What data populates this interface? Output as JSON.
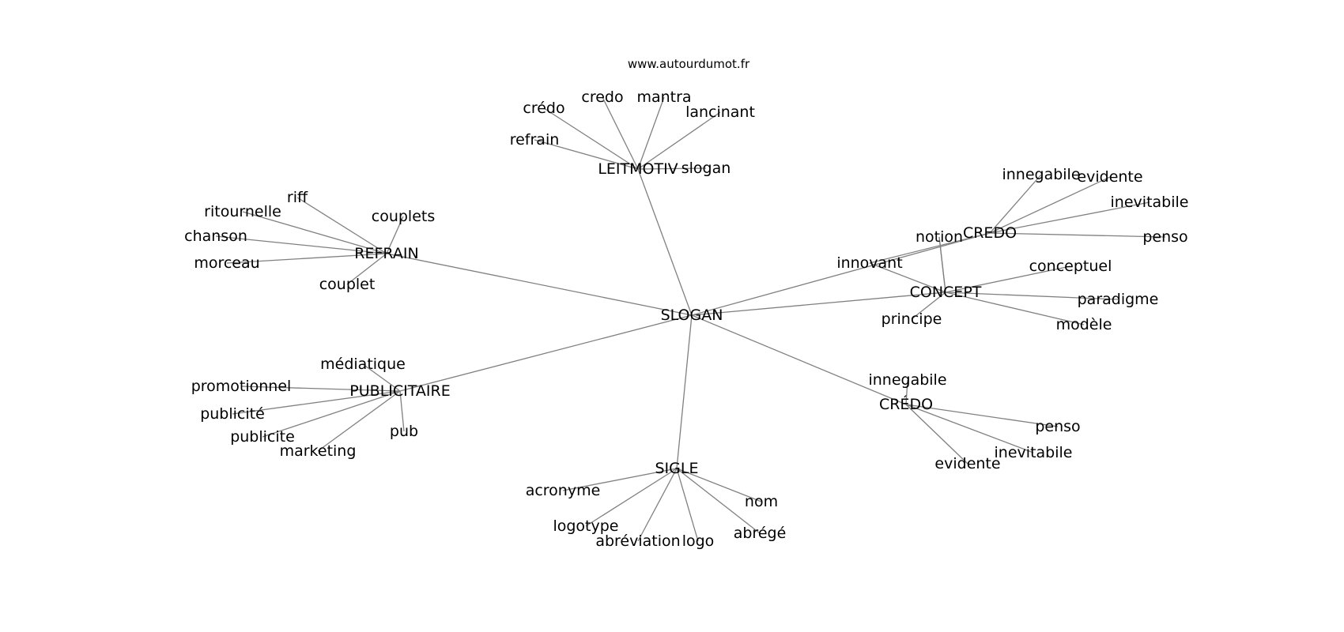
{
  "watermark": "www.autourdumot.fr",
  "graph": {
    "center": {
      "id": "slogan_hub",
      "label": "SLOGAN"
    },
    "hubs": [
      {
        "id": "leitmotiv",
        "label": "LEITMOTIV",
        "leaves": [
          "crédo",
          "credo",
          "mantra",
          "lancinant",
          "refrain",
          "slogan"
        ]
      },
      {
        "id": "refrain",
        "label": "REFRAIN",
        "leaves": [
          "riff",
          "ritournelle",
          "couplets",
          "chanson",
          "morceau",
          "couplet"
        ]
      },
      {
        "id": "publicitaire",
        "label": "PUBLICITAIRE",
        "leaves": [
          "médiatique",
          "promotionnel",
          "publicité",
          "publicite",
          "marketing",
          "pub"
        ]
      },
      {
        "id": "sigle",
        "label": "SIGLE",
        "leaves": [
          "acronyme",
          "logotype",
          "abréviation",
          "logo",
          "abrégé",
          "nom"
        ]
      },
      {
        "id": "credo_accent",
        "label": "CRÉDO",
        "leaves": [
          "innegabile",
          "penso",
          "inevitabile",
          "evidente"
        ]
      },
      {
        "id": "concept",
        "label": "CONCEPT",
        "leaves": [
          "innovant",
          "notion",
          "conceptuel",
          "paradigme",
          "modèle",
          "principe"
        ]
      },
      {
        "id": "credo_plain",
        "label": "CREDO",
        "leaves": [
          "innegabile",
          "evidente",
          "inevitabile",
          "penso"
        ]
      }
    ],
    "extra_edges": [
      [
        "innovant",
        "credo_plain"
      ],
      [
        "notion",
        "concept"
      ]
    ]
  }
}
